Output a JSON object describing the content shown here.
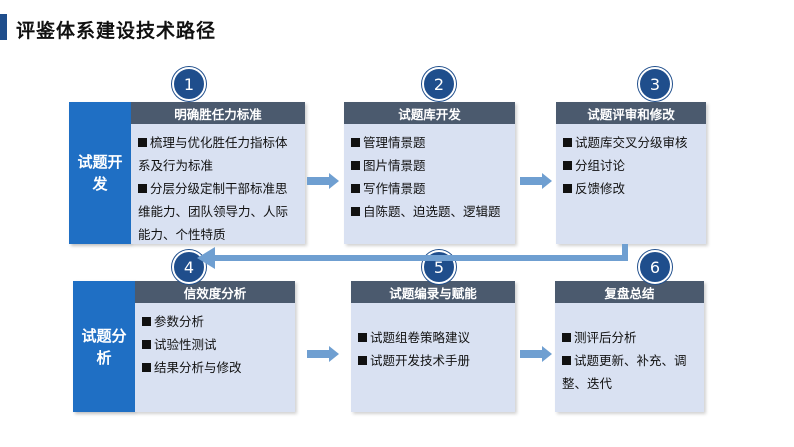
{
  "page": {
    "title": "评鉴体系建设技术路径"
  },
  "sides": [
    {
      "label": "试题开发"
    },
    {
      "label": "试题分析"
    }
  ],
  "steps": [
    {
      "number": "1",
      "title": "明确胜任力标准",
      "items": [
        "梳理与优化胜任力指标体系及行为标准",
        "分层分级定制干部标准思维能力、团队领导力、人际能力、个性特质"
      ]
    },
    {
      "number": "2",
      "title": "试题库开发",
      "items": [
        "管理情景题",
        "图片情景题",
        "写作情景题",
        "自陈题、迫选题、逻辑题"
      ]
    },
    {
      "number": "3",
      "title": "试题评审和修改",
      "items": [
        "试题库交叉分级审核",
        "分组讨论",
        "反馈修改"
      ]
    },
    {
      "number": "4",
      "title": "信效度分析",
      "items": [
        "参数分析",
        "试验性测试",
        "结果分析与修改"
      ]
    },
    {
      "number": "5",
      "title": "试题编录与赋能",
      "items": [
        "试题组卷策略建议",
        "试题开发技术手册"
      ]
    },
    {
      "number": "6",
      "title": "复盘总结",
      "items": [
        "测评后分析",
        "试题更新、补充、调整、迭代"
      ]
    }
  ],
  "colors": {
    "accent": "#1f4e8c",
    "side_fill": "#1f6fc4",
    "card_head": "#4b5a6e",
    "card_fill": "#d9e1f2",
    "arrow": "#6f9fd1"
  }
}
